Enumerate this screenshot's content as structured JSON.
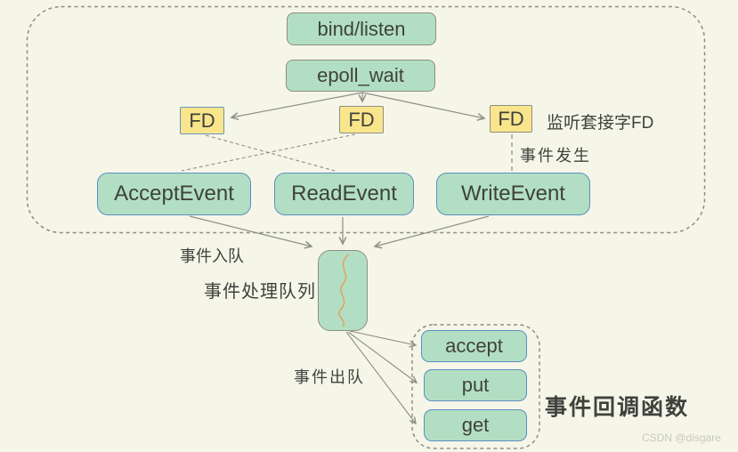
{
  "diagram": {
    "nodes": {
      "bind_listen": {
        "label": "bind/listen"
      },
      "epoll_wait": {
        "label": "epoll_wait"
      },
      "fd_left": {
        "label": "FD"
      },
      "fd_mid": {
        "label": "FD"
      },
      "fd_right": {
        "label": "FD"
      },
      "accept_event": {
        "label": "AcceptEvent"
      },
      "read_event": {
        "label": "ReadEvent"
      },
      "write_event": {
        "label": "WriteEvent"
      },
      "cb_accept": {
        "label": "accept"
      },
      "cb_put": {
        "label": "put"
      },
      "cb_get": {
        "label": "get"
      }
    },
    "labels": {
      "listen_socket_fd": "监听套接字FD",
      "event_happen": "事件发生",
      "event_enqueue": "事件入队",
      "event_queue_name": "事件处理队列",
      "event_dequeue": "事件出队",
      "event_callbacks": "事件回调函数"
    },
    "edges": [
      {
        "from": "epoll_wait",
        "to": "fd_left",
        "style": "solid-arrow"
      },
      {
        "from": "epoll_wait",
        "to": "fd_mid",
        "style": "solid-arrow"
      },
      {
        "from": "epoll_wait",
        "to": "fd_right",
        "style": "solid-arrow"
      },
      {
        "from": "fd_left",
        "to": "read_event",
        "style": "dashed"
      },
      {
        "from": "fd_mid",
        "to": "accept_event",
        "style": "dashed"
      },
      {
        "from": "fd_right",
        "to": "write_event",
        "style": "dashed"
      },
      {
        "from": "accept_event",
        "to": "event_queue",
        "style": "solid-arrow"
      },
      {
        "from": "read_event",
        "to": "event_queue",
        "style": "solid-arrow"
      },
      {
        "from": "write_event",
        "to": "event_queue",
        "style": "solid-arrow"
      },
      {
        "from": "event_queue",
        "to": "cb_accept",
        "style": "solid-arrow"
      },
      {
        "from": "event_queue",
        "to": "cb_put",
        "style": "solid-arrow"
      },
      {
        "from": "event_queue",
        "to": "cb_get",
        "style": "solid-arrow"
      }
    ],
    "colors": {
      "background": "#f5f6e8",
      "node_green": "#b2dfc3",
      "node_yellow": "#f9e58c",
      "border_blue": "#5b8fc0",
      "border_gray": "#8e8e86",
      "text": "#3f423c",
      "wire": "#8f8f87",
      "squiggle": "#dfa569",
      "watermark_gray": "#c8c8be"
    }
  },
  "watermark": {
    "text": "CSDN @disgare"
  }
}
